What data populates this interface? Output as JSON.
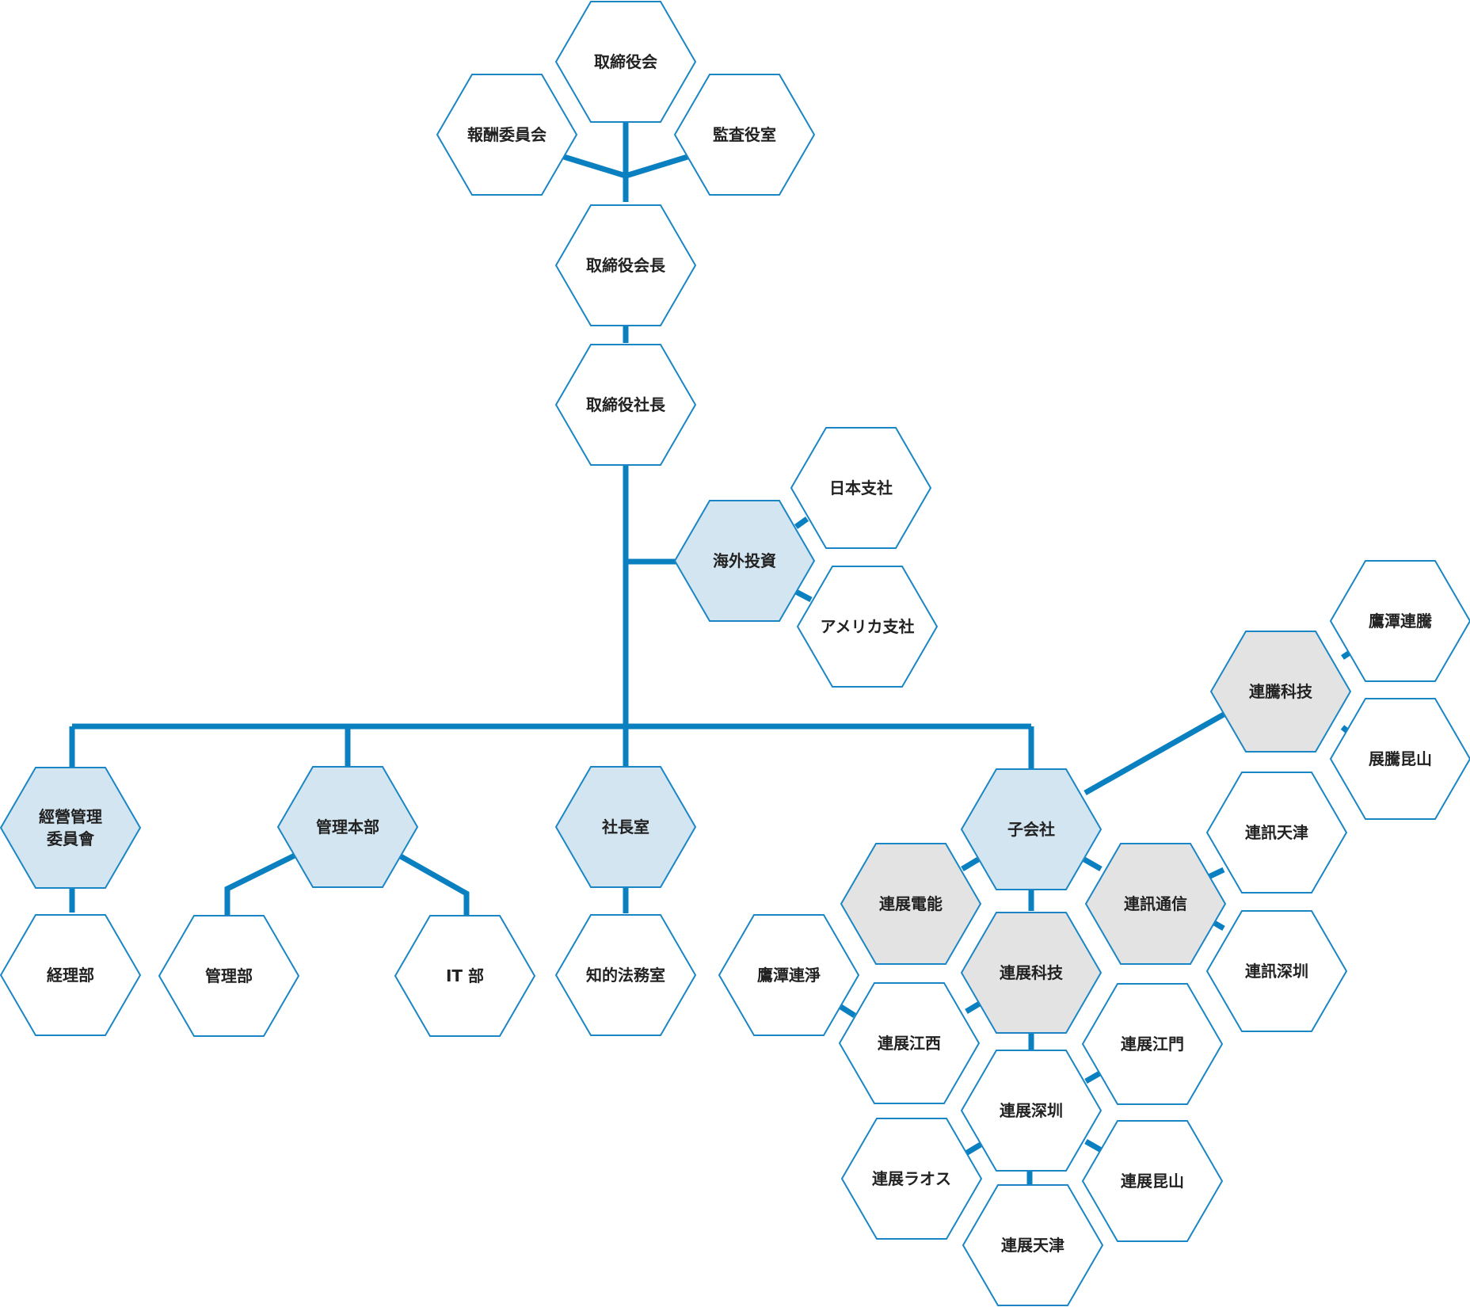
{
  "nodes": [
    {
      "id": "board",
      "label": "取締役会",
      "fill": "white"
    },
    {
      "id": "compensation",
      "label": "報酬委員会",
      "fill": "white"
    },
    {
      "id": "audit",
      "label": "監査役室",
      "fill": "white"
    },
    {
      "id": "chairman",
      "label": "取締役会長",
      "fill": "white"
    },
    {
      "id": "president",
      "label": "取締役社長",
      "fill": "white"
    },
    {
      "id": "overseas",
      "label": "海外投資",
      "fill": "blue"
    },
    {
      "id": "japan",
      "label": "日本支社",
      "fill": "white"
    },
    {
      "id": "america",
      "label": "アメリカ支社",
      "fill": "white"
    },
    {
      "id": "mgmt-committee",
      "label": "經營管理",
      "label2": "委員會",
      "fill": "blue"
    },
    {
      "id": "accounting",
      "label": "経理部",
      "fill": "white"
    },
    {
      "id": "admin-hq",
      "label": "管理本部",
      "fill": "blue"
    },
    {
      "id": "admin",
      "label": "管理部",
      "fill": "white"
    },
    {
      "id": "it",
      "label": "IT 部",
      "fill": "white"
    },
    {
      "id": "president-office",
      "label": "社長室",
      "fill": "blue"
    },
    {
      "id": "ip-legal",
      "label": "知的法務室",
      "fill": "white"
    },
    {
      "id": "subsidiaries",
      "label": "子会社",
      "fill": "blue"
    },
    {
      "id": "lianteng",
      "label": "連騰科技",
      "fill": "gray"
    },
    {
      "id": "yingtan-lianteng",
      "label": "鷹潭連騰",
      "fill": "white"
    },
    {
      "id": "zhanteng-kunshan",
      "label": "展騰昆山",
      "fill": "white"
    },
    {
      "id": "lianxun",
      "label": "連訊通信",
      "fill": "gray"
    },
    {
      "id": "lianxun-tianjin",
      "label": "連訊天津",
      "fill": "white"
    },
    {
      "id": "lianxun-shenzhen",
      "label": "連訊深圳",
      "fill": "white"
    },
    {
      "id": "lianzhan-power",
      "label": "連展電能",
      "fill": "gray"
    },
    {
      "id": "lianzhan-tech",
      "label": "連展科技",
      "fill": "gray"
    },
    {
      "id": "yingtan-lianjing",
      "label": "鷹潭連淨",
      "fill": "white"
    },
    {
      "id": "lianzhan-jiangxi",
      "label": "連展江西",
      "fill": "white"
    },
    {
      "id": "lianzhan-jiangmen",
      "label": "連展江門",
      "fill": "white"
    },
    {
      "id": "lianzhan-shenzhen",
      "label": "連展深圳",
      "fill": "white"
    },
    {
      "id": "lianzhan-laos",
      "label": "連展ラオス",
      "fill": "white"
    },
    {
      "id": "lianzhan-kunshan",
      "label": "連展昆山",
      "fill": "white"
    },
    {
      "id": "lianzhan-tianjin",
      "label": "連展天津",
      "fill": "white"
    }
  ]
}
